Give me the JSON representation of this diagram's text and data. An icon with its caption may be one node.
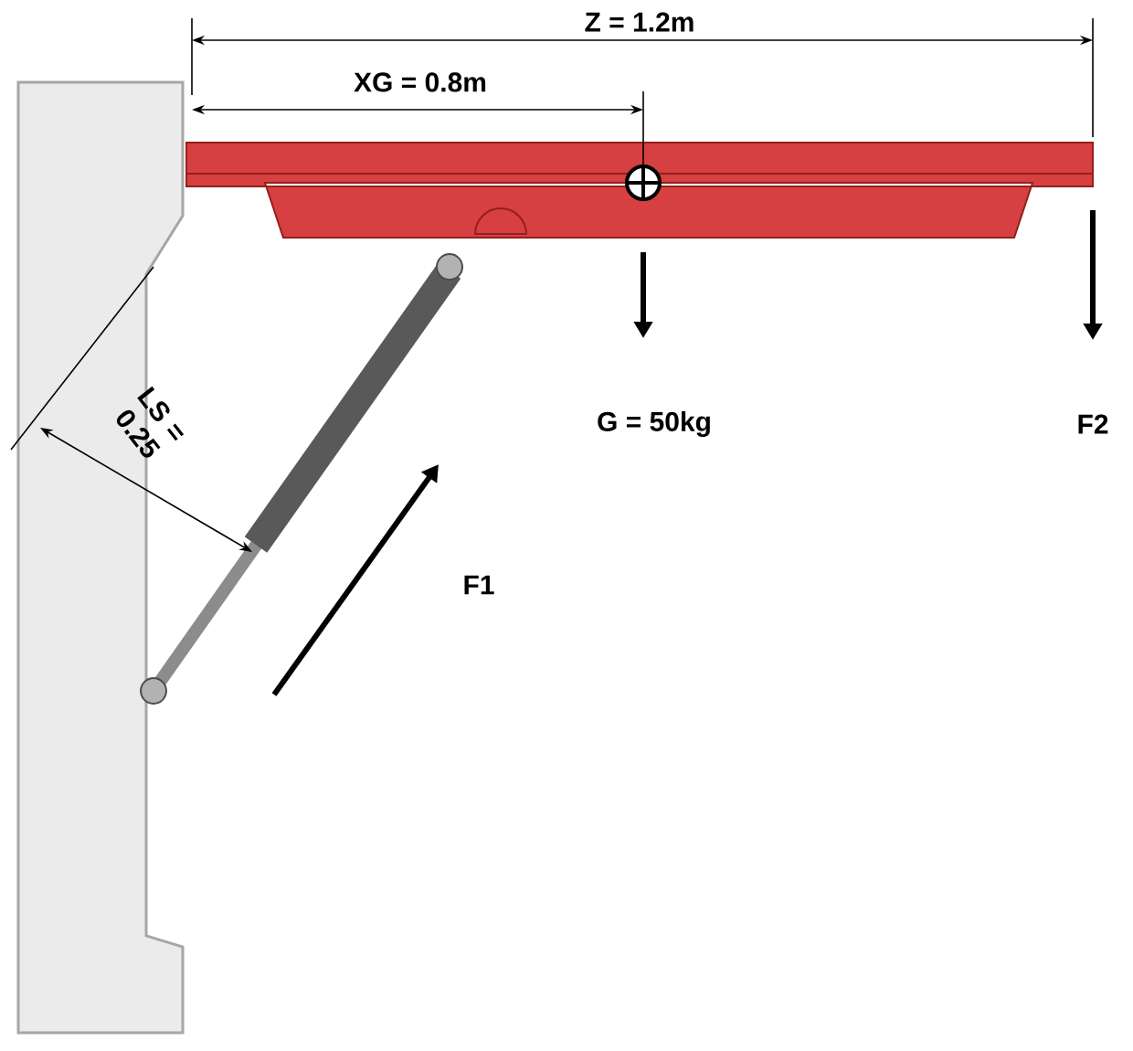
{
  "diagram": {
    "labels": [
      "Z = 1.2m",
      "XG = 0.8m",
      "LS = 0.25",
      "G = 50kg",
      "F2",
      "F1"
    ]
  }
}
